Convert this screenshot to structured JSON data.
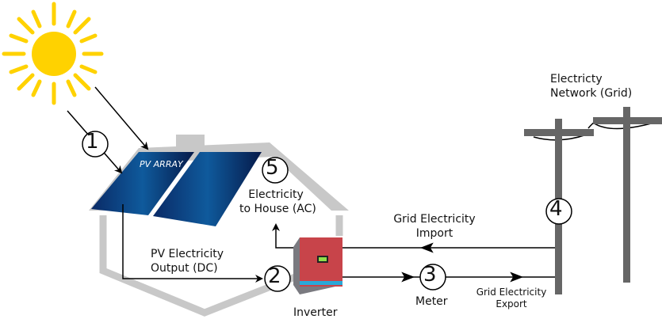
{
  "labels": {
    "pv_array": "PV ARRAY",
    "electricity_to_house_1": "Electricity",
    "electricity_to_house_2": "to House (AC)",
    "pv_output_1": "PV Electricity",
    "pv_output_2": "Output (DC)",
    "inverter": "Inverter",
    "meter": "Meter",
    "grid_import_1": "Grid Electricity",
    "grid_import_2": "Import",
    "grid_export_1": "Grid Electricity",
    "grid_export_2": "Export",
    "grid_network_1": "Electricty",
    "grid_network_2": "Network (Grid)"
  },
  "steps": [
    "1",
    "2",
    "3",
    "4",
    "5"
  ],
  "colors": {
    "sun": "#ffd200",
    "house": "#c8c8c8",
    "panel": "#0b3f7e",
    "inverter": "#c8444a",
    "pole": "#666666"
  }
}
